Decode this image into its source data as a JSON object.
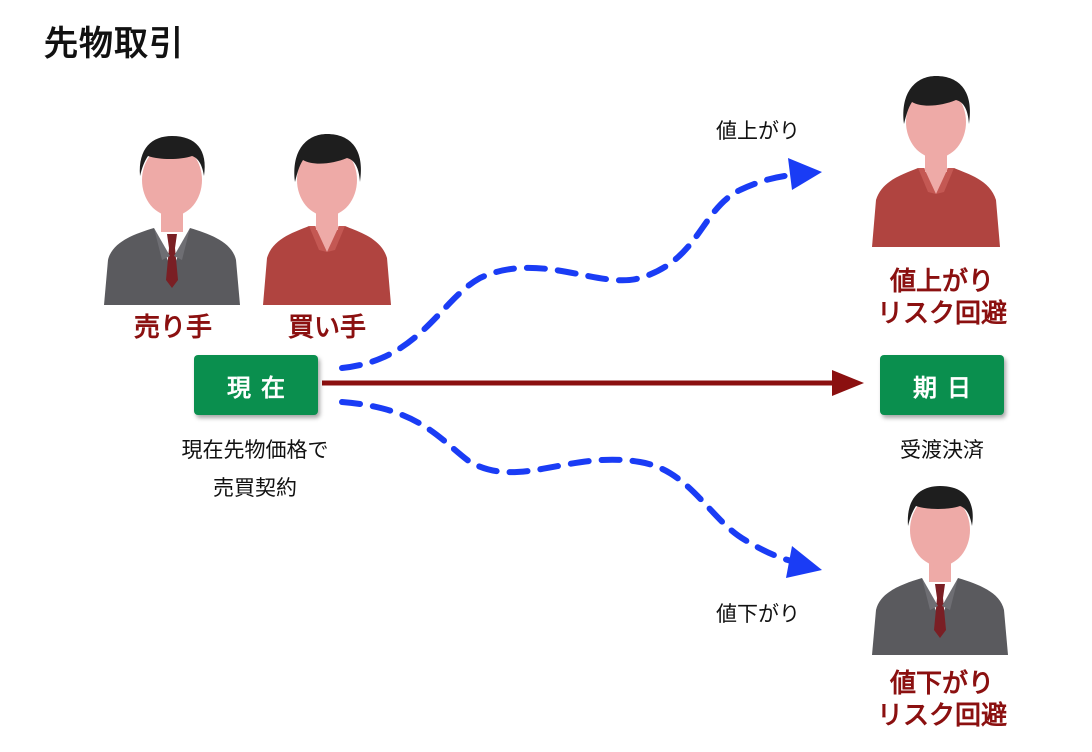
{
  "title": "先物取引",
  "seller_label": "売り手",
  "buyer_label": "買い手",
  "now_box": "現在",
  "now_caption_line1": "現在先物価格で",
  "now_caption_line2": "売買契約",
  "expiry_box": "期日",
  "expiry_caption": "受渡決済",
  "rise_label": "値上がり",
  "fall_label": "値下がり",
  "rise_outcome_line1": "値上がり",
  "rise_outcome_line2": "リスク回避",
  "fall_outcome_line1": "値下がり",
  "fall_outcome_line2": "リスク回避",
  "colors": {
    "accent_red": "#8B1010",
    "box_green": "#0a8f4e",
    "dashed_blue": "#1a3cf5",
    "arrow_red": "#8B1010",
    "suit_gray": "#5a5a5e",
    "shirt_red": "#b04440"
  }
}
